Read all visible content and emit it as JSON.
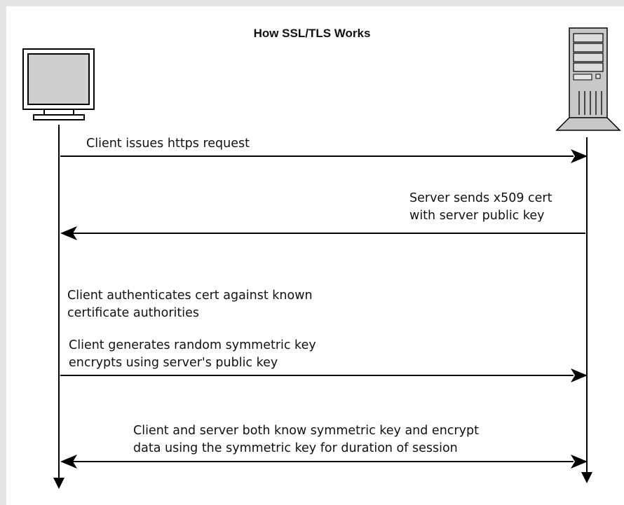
{
  "title": "How SSL/TLS Works",
  "participants": {
    "client": {
      "icon": "monitor-icon"
    },
    "server": {
      "icon": "server-tower-icon"
    }
  },
  "messages": [
    {
      "id": "https-request",
      "direction": "client-to-server",
      "lines": [
        "Client issues https request"
      ]
    },
    {
      "id": "send-cert",
      "direction": "server-to-client",
      "lines": [
        "Server sends x509 cert",
        "with server public key"
      ]
    },
    {
      "id": "authenticate-cert",
      "direction": "none",
      "lines": [
        "Client authenticates cert against known",
        "certificate authorities"
      ]
    },
    {
      "id": "symmetric-key",
      "direction": "client-to-server",
      "lines": [
        "Client generates random symmetric key",
        "encrypts using server's public key"
      ]
    },
    {
      "id": "session",
      "direction": "both",
      "lines": [
        "Client and server both know symmetric key and encrypt",
        "data using the symmetric key for duration of session"
      ]
    }
  ],
  "colors": {
    "line": "#000000",
    "device_gray": "#c8c8c8",
    "screen_gray": "#cfcfcf"
  }
}
